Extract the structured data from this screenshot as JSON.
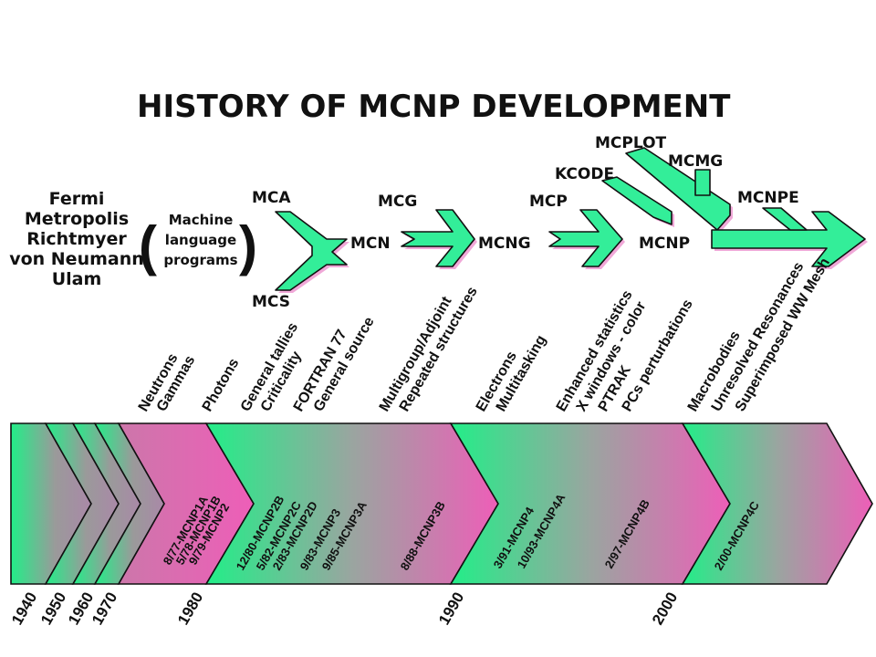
{
  "title": "HISTORY OF MCNP DEVELOPMENT",
  "pioneers": [
    "Fermi",
    "Metropolis",
    "Richtmyer",
    "von Neumann",
    "Ulam"
  ],
  "machine_language": [
    "Machine",
    "language",
    "programs"
  ],
  "codes": {
    "mca": "MCA",
    "mcs": "MCS",
    "mcn": "MCN",
    "mcg": "MCG",
    "mcng": "MCNG",
    "mcp": "MCP",
    "mcnp": "MCNP",
    "kcode": "KCODE",
    "mcplot": "MCPLOT",
    "mcmg": "MCMG",
    "mcnpe": "MCNPE"
  },
  "feature_groups": [
    [
      "Neutrons",
      "Gammas"
    ],
    [
      "Photons"
    ],
    [
      "General tallies",
      "Criticality",
      "FORTRAN 77",
      "General source"
    ],
    [
      "Multigroup/Adjoint",
      "Repeated structures"
    ],
    [
      "Electrons",
      "Multitasking"
    ],
    [
      "Enhanced statistics",
      "X windows - color",
      "PTRAK",
      "PCs perturbations"
    ],
    [
      "Macrobodies",
      "Unresolved Resonances",
      "Superimposed WW Mesh"
    ]
  ],
  "version_groups": [
    [
      "8/77-MCNP1A",
      "5/78-MCNP1B",
      "9/79-MCNP2"
    ],
    [
      "12/80-MCNP2B",
      "5/82-MCNP2C",
      "2/83-MCNP2D",
      "9/83-MCNP3",
      "9/85-MCNP3A"
    ],
    [
      "8/88-MCNP3B"
    ],
    [
      "3/91-MCNP4",
      "10/93-MCNP4A"
    ],
    [
      "2/97-MCNP4B"
    ],
    [
      "2/00-MCNP4C"
    ]
  ],
  "years": [
    "1940",
    "1950",
    "1960",
    "1970",
    "1980",
    "1990",
    "2000"
  ],
  "colors": {
    "green": "#33ee99",
    "pink": "#ee66bb",
    "mid": "#9a9a9a"
  }
}
